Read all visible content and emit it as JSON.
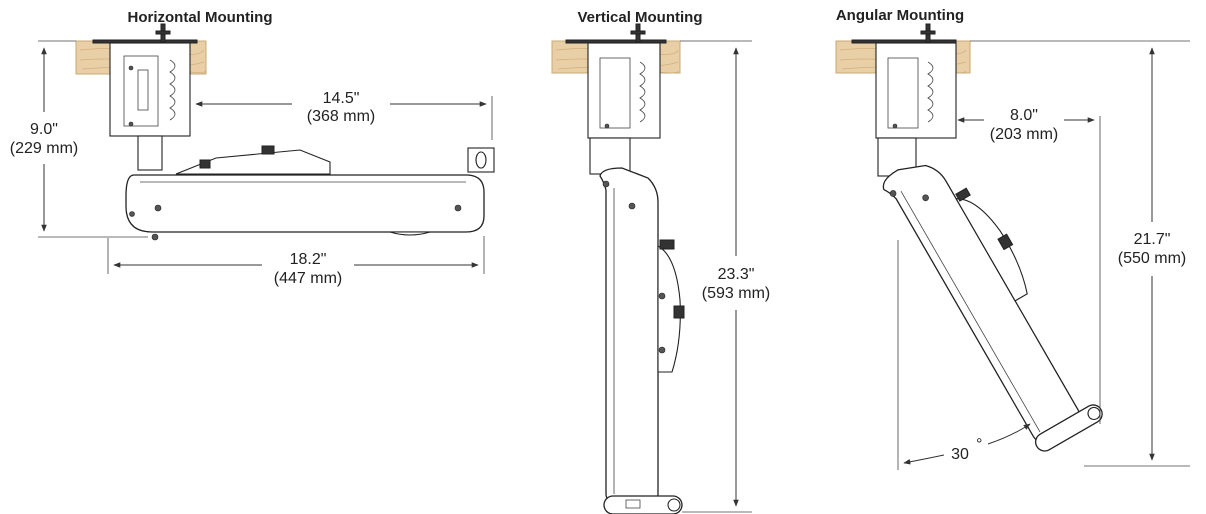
{
  "colors": {
    "wood": "#e9cfa6",
    "wood_grain": "#d2b07e",
    "outline": "#222222",
    "dimension_line": "#333333",
    "text": "#222222",
    "background": "#ffffff"
  },
  "views": {
    "horizontal": {
      "title": "Horizontal Mounting",
      "height_in": "9.0\"",
      "height_mm": "(229 mm)",
      "reach_in": "14.5\"",
      "reach_mm": "(368 mm)",
      "length_in": "18.2\"",
      "length_mm": "(447 mm)"
    },
    "vertical": {
      "title": "Vertical Mounting",
      "height_in": "23.3\"",
      "height_mm": "(593 mm)"
    },
    "angular": {
      "title": "Angular Mounting",
      "offset_in": "8.0\"",
      "offset_mm": "(203 mm)",
      "height_in": "21.7\"",
      "height_mm": "(550 mm)",
      "angle_value": "30",
      "angle_unit": "°"
    }
  }
}
